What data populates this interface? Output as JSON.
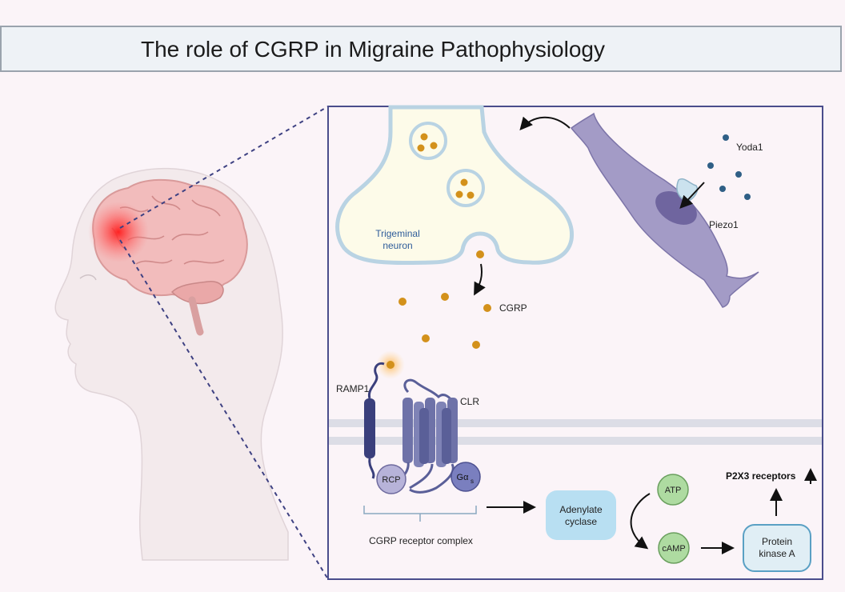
{
  "title": "The role of CGRP in Migraine Pathophysiology",
  "labels": {
    "trigeminal_line1": "Trigeminal",
    "trigeminal_line2": "neuron",
    "yoda1": "Yoda1",
    "piezo1": "Piezo1",
    "cgrp": "CGRP",
    "ramp1": "RAMP1",
    "clr": "CLR",
    "rcp": "RCP",
    "gas": "Gα",
    "gas_sub": "s",
    "receptor_complex": "CGRP receptor complex",
    "adenylate_line1": "Adenylate",
    "adenylate_line2": "cyclase",
    "atp": "ATP",
    "camp": "cAMP",
    "pka_line1": "Protein",
    "pka_line2": "kinase A",
    "p2x3": "P2X3 receptors"
  },
  "colors": {
    "background": "#fbf4f8",
    "panel_border": "#4a4d8c",
    "neuron_fill": "#fdfbe9",
    "neuron_stroke": "#b9d3e3",
    "cgrp_particle": "#d3911b",
    "receptor": "#6e72a8",
    "ramp1": "#3a3f7c",
    "rcp": "#b7b3d9",
    "gas": "#7a7fbf",
    "glial_cell": "#a39bc6",
    "yoda_dot": "#2f5f86",
    "adenylate": "#b8dff2",
    "atp_camp": "#aedba1",
    "pka": "#e0eef5",
    "brain": "#f2bcbc",
    "brain_hotspot": "#ff2a2a",
    "membrane": "#dcdde6"
  }
}
